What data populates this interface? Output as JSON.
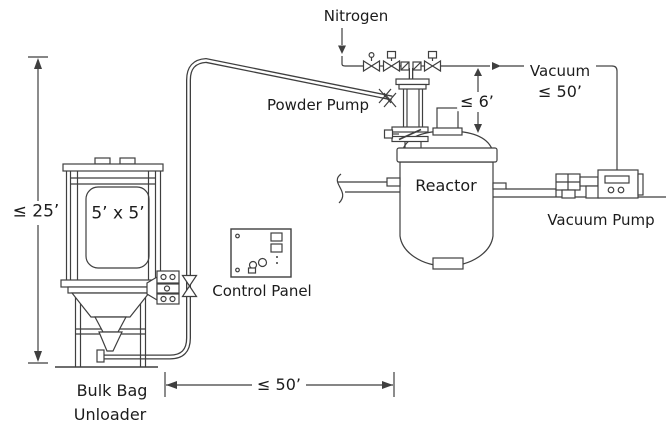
{
  "diagram": {
    "labels": {
      "nitrogen": "Nitrogen",
      "powder_pump": "Powder Pump",
      "vacuum": "Vacuum",
      "vacuum_line_length": "≤ 50’",
      "pump_to_reactor_height": "≤ 6’",
      "reactor": "Reactor",
      "vacuum_pump": "Vacuum Pump",
      "bag_size": "5’ x 5’",
      "unloader_height": "≤ 25’",
      "control_panel": "Control Panel",
      "bulk_bag_line1": "Bulk Bag",
      "bulk_bag_line2": "Unloader",
      "conveying_distance": "≤ 50’"
    },
    "colors": {
      "line": "#3f3f3f",
      "text": "#1c1c1c",
      "background": "#ffffff"
    }
  }
}
